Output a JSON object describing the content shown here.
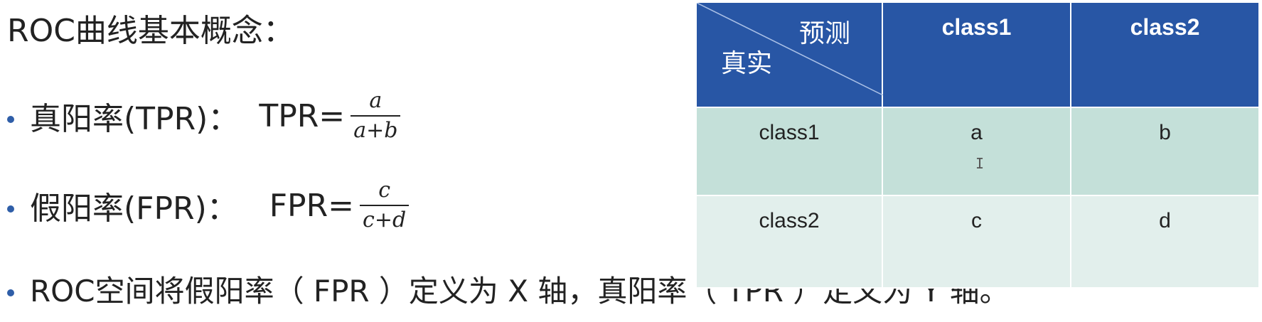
{
  "slide": {
    "title": "ROC曲线基本概念："
  },
  "bullets": {
    "tpr": {
      "term": "真阳率(TPR)：",
      "formula_name": "TPR=",
      "numerator": "a",
      "denominator": "a+b"
    },
    "fpr": {
      "term": "假阳率(FPR)：",
      "formula_name": "FPR=",
      "numerator": "c",
      "denominator": "c+d"
    },
    "roc": {
      "text": "ROC空间将假阳率（ FPR ）定义为 X 轴，真阳率（ TPR ）定义为 Y 轴。"
    }
  },
  "matrix": {
    "corner_predicted": "预测",
    "corner_actual": "真实",
    "columns": [
      "class1",
      "class2"
    ],
    "rows": [
      {
        "label": "class1",
        "cells": [
          "a",
          "b"
        ]
      },
      {
        "label": "class2",
        "cells": [
          "c",
          "d"
        ]
      }
    ],
    "colors": {
      "header": "#2856a5",
      "row1": "#c4e0d9",
      "row2": "#e2efec",
      "bullet": "#2f5ea8"
    }
  }
}
